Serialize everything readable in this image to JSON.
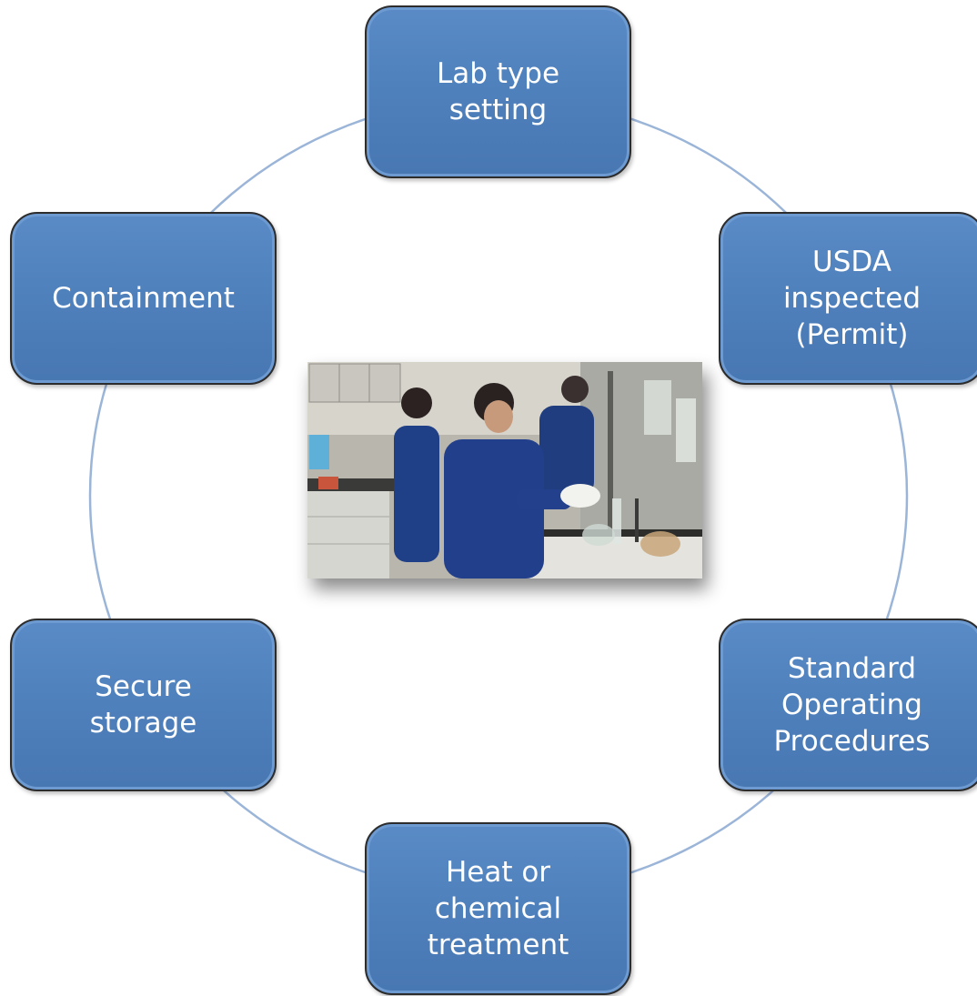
{
  "diagram": {
    "type": "cycle",
    "nodes": [
      {
        "id": "lab-type",
        "label": "Lab type\nsetting"
      },
      {
        "id": "usda",
        "label": "USDA\ninspected\n(Permit)"
      },
      {
        "id": "sop",
        "label": "Standard\nOperating\nProcedures"
      },
      {
        "id": "heat",
        "label": "Heat or\nchemical\ntreatment"
      },
      {
        "id": "storage",
        "label": "Secure\nstorage"
      },
      {
        "id": "containment",
        "label": "Containment"
      }
    ],
    "node_color": "#4f81bd",
    "ring_color": "#9bb5d8",
    "center_image": "lab-workers-photo"
  }
}
